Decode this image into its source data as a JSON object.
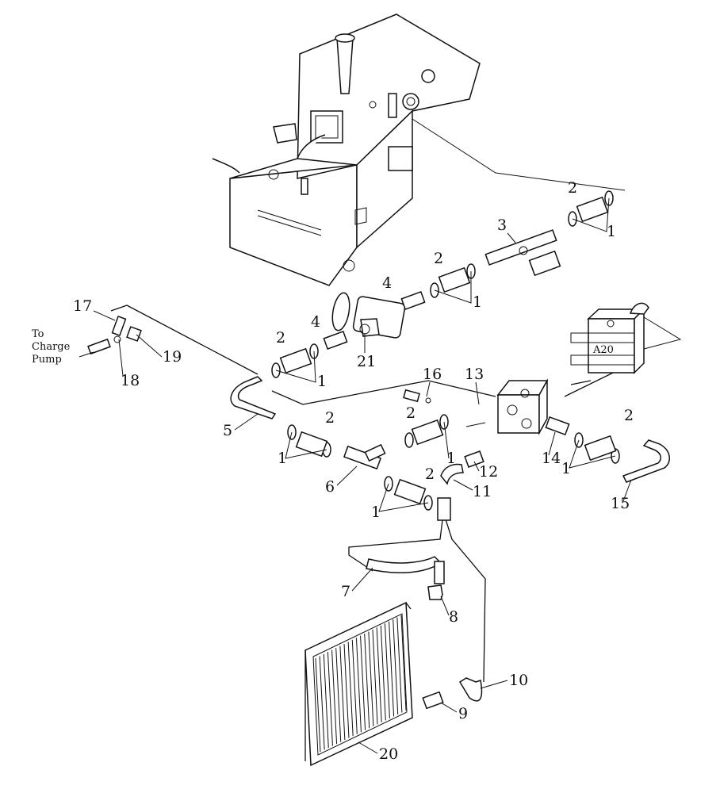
{
  "callouts": {
    "c1a": "1",
    "c1b": "1",
    "c1c": "1",
    "c1d": "1",
    "c1e": "1",
    "c1f": "1",
    "c1g": "1",
    "c2a": "2",
    "c2b": "2",
    "c2c": "2",
    "c2d": "2",
    "c2e": "2",
    "c2f": "2",
    "c2g": "2",
    "c3": "3",
    "c4a": "4",
    "c4b": "4",
    "c5": "5",
    "c6": "6",
    "c7": "7",
    "c8": "8",
    "c9": "9",
    "c10": "10",
    "c11": "11",
    "c12": "12",
    "c13": "13",
    "c14": "14",
    "c15": "15",
    "c16": "16",
    "c17": "17",
    "c18": "18",
    "c19": "19",
    "c20": "20",
    "c21": "21"
  },
  "notes": {
    "charge_pump_line1": "To",
    "charge_pump_line2": "Charge",
    "charge_pump_line3": "Pump",
    "valve_label": "A20"
  }
}
